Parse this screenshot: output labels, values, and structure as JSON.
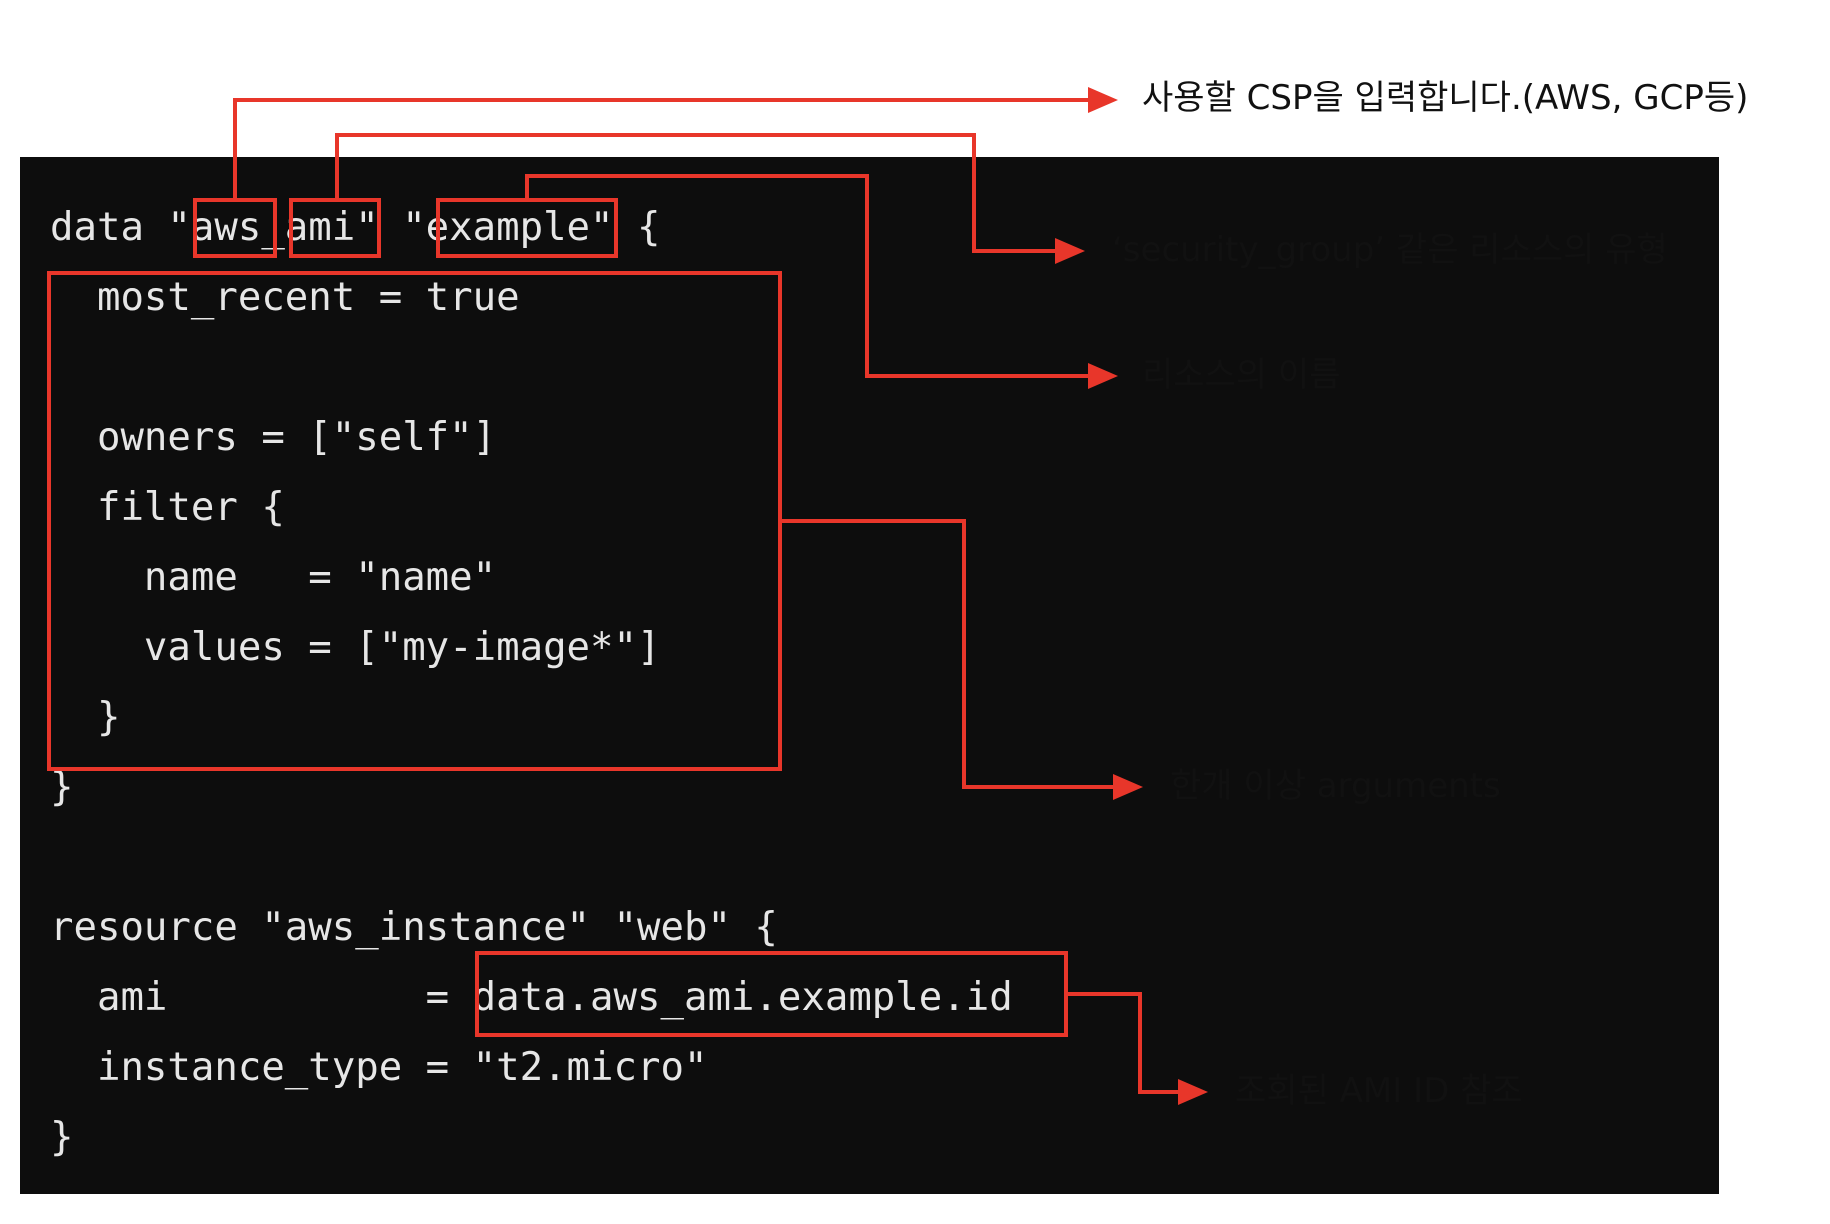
{
  "code": {
    "lines": [
      "data \"aws_ami\" \"example\" {",
      "  most_recent = true",
      "",
      "  owners = [\"self\"]",
      "  filter {",
      "    name   = \"name\"",
      "    values = [\"my-image*\"]",
      "  }",
      "}",
      "",
      "resource \"aws_instance\" \"web\" {",
      "  ami           = data.aws_ami.example.id",
      "  instance_type = \"t2.micro\"",
      "}"
    ]
  },
  "annotations": {
    "csp": "사용할 CSP을 입력합니다.(AWS, GCP등)",
    "resource_type": "‘security_group’ 같은 리소스의 유형",
    "resource_name": "리소스의 이름",
    "arguments": "한개 이상 arguments",
    "ami_ref": "조회된 AMI ID 참조"
  },
  "colors": {
    "background": "#ffffff",
    "code_panel": "#0d0d0d",
    "code_text": "#e6e6e6",
    "annotation": "#e8362a"
  }
}
